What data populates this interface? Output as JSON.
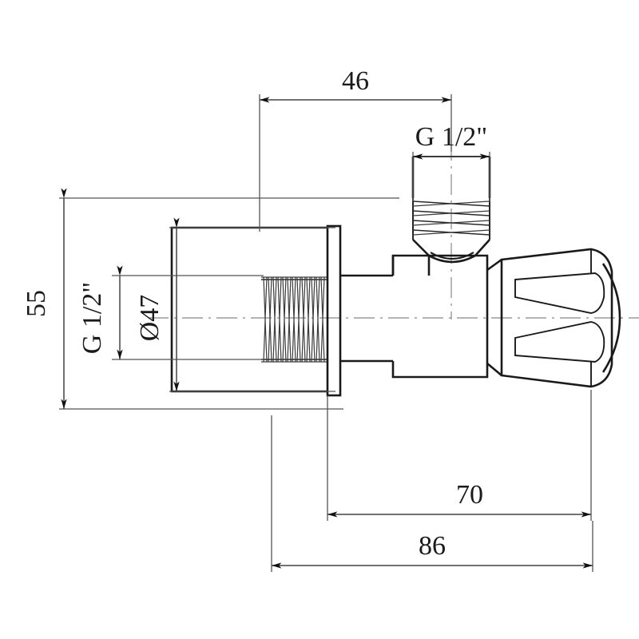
{
  "drawing": {
    "title": "Angle valve dimensional drawing",
    "type": "technical-dimension-drawing",
    "units": "mm",
    "background_color": "#ffffff",
    "line_color": "#1a1a1a",
    "dimension_color": "#444444"
  },
  "dimensions": {
    "top_length": {
      "label": "46",
      "orientation": "horizontal",
      "position": "top"
    },
    "top_thread": {
      "label": "G 1/2\"",
      "orientation": "horizontal",
      "position": "top-right"
    },
    "left_height": {
      "label": "55",
      "orientation": "vertical",
      "position": "far-left"
    },
    "left_thread": {
      "label": "G 1/2\"",
      "orientation": "vertical",
      "position": "left-inner"
    },
    "flange_diameter": {
      "label": "Ø47",
      "orientation": "vertical",
      "position": "left-body"
    },
    "body_length": {
      "label": "70",
      "orientation": "horizontal",
      "position": "bottom"
    },
    "overall_length": {
      "label": "86",
      "orientation": "horizontal",
      "position": "bottom"
    }
  },
  "parts": {
    "horizontal_inlet": "horizontal-threaded-inlet",
    "vertical_outlet": "vertical-threaded-outlet",
    "wall_flange": "wall-flange-plate",
    "valve_body": "valve-body",
    "handle": "star-knob-handle"
  }
}
